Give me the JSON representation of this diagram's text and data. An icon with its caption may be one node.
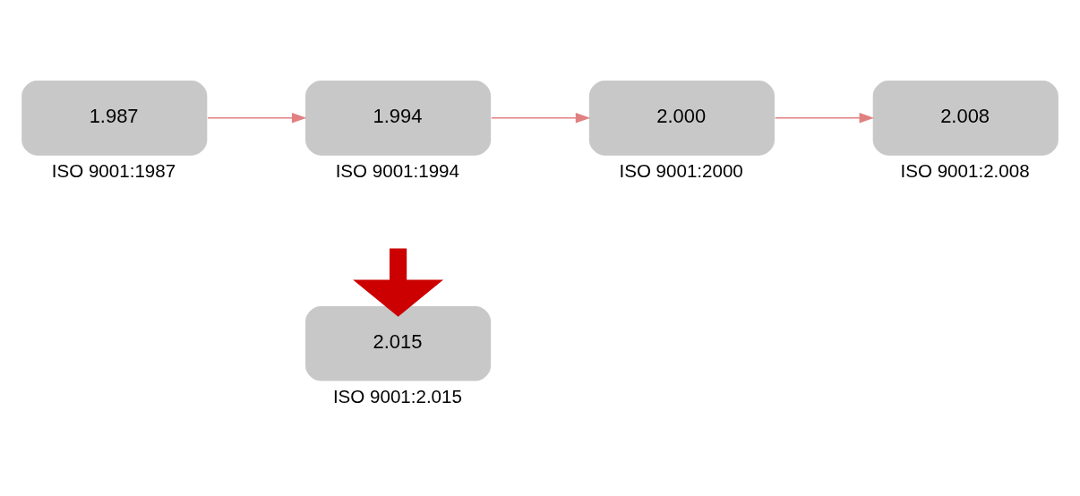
{
  "diagram": {
    "nodes": [
      {
        "text": [
          "1.987"
        ],
        "beside": [
          "ISO 9001:1987"
        ]
      },
      {
        "text": [
          "1.994"
        ],
        "beside": [
          "ISO 9001:1994"
        ]
      },
      {
        "text": [
          "2.000"
        ],
        "beside": [
          "ISO 9001:2000"
        ]
      },
      {
        "text": [
          "2.008"
        ],
        "beside": [
          "ISO 9001:2.008"
        ]
      },
      {
        "text": [
          "2.015"
        ],
        "beside": [
          "ISO 9001:2.015"
        ]
      }
    ],
    "edges": [
      {
        "from": 0,
        "to": 1,
        "arrow": "to"
      },
      {
        "from": 1,
        "to": 2,
        "arrow": "to"
      },
      {
        "from": 2,
        "to": 3,
        "arrow": "to"
      },
      {
        "from": null,
        "to": 4,
        "arrow": "to",
        "style": "thick",
        "color": "#cc0000"
      }
    ]
  }
}
